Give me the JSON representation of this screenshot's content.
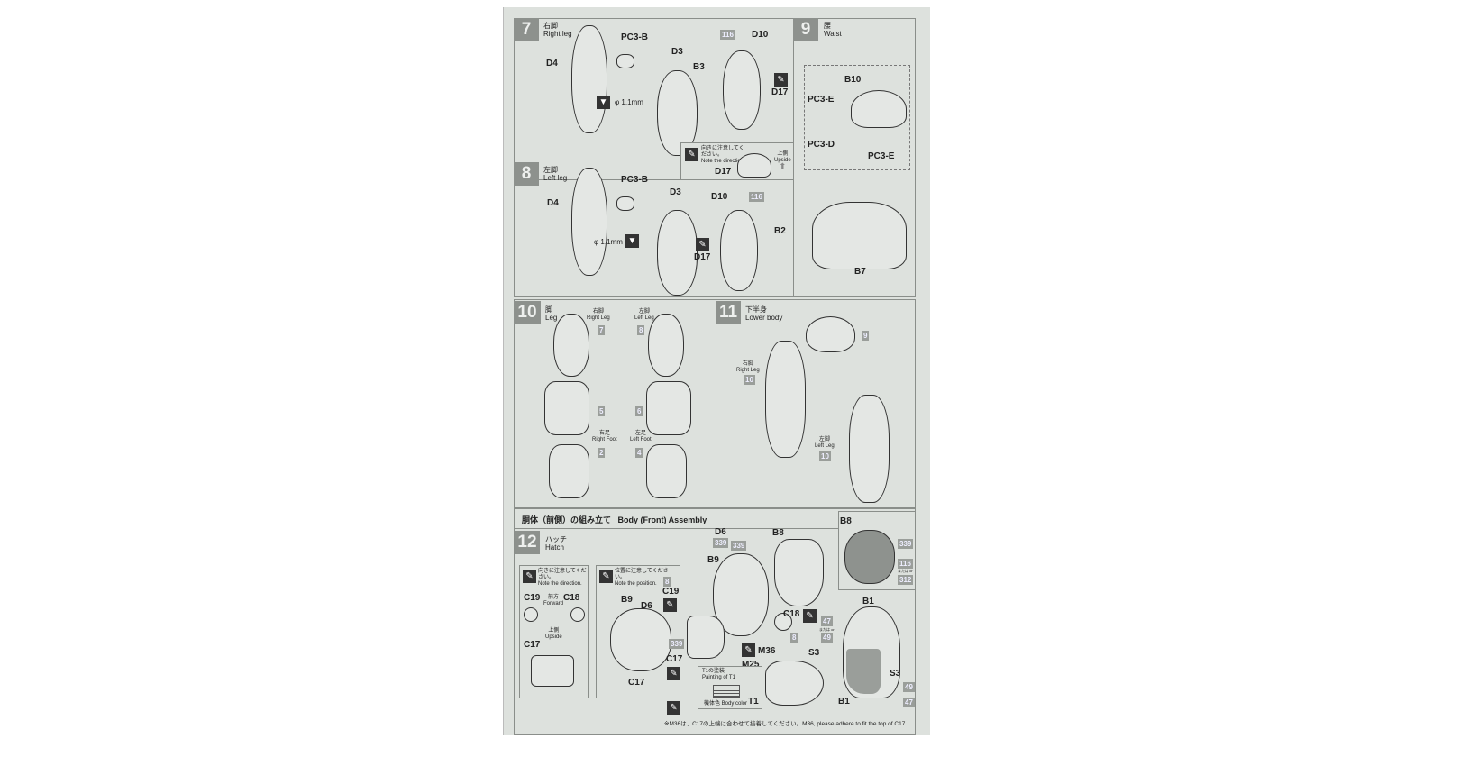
{
  "step7": {
    "num": "7",
    "jp": "右脚",
    "en": "Right leg",
    "labels": [
      "PC3-B",
      "D3",
      "D4",
      "D10",
      "B3",
      "D17"
    ],
    "drill": "φ 1.1mm",
    "tag": "116"
  },
  "note_d17": {
    "jp": "向きに注意してください。",
    "en": "Note the direction.",
    "part": "D17",
    "up_jp": "上側",
    "up_en": "Upside"
  },
  "step8": {
    "num": "8",
    "jp": "左脚",
    "en": "Left leg",
    "labels": [
      "PC3-B",
      "D3",
      "D4",
      "D10",
      "B2",
      "D17"
    ],
    "drill": "φ 1.1mm",
    "tag": "116"
  },
  "step9": {
    "num": "9",
    "jp": "腰",
    "en": "Waist",
    "labels": [
      "B10",
      "PC3-E",
      "PC3-D",
      "PC3-E",
      "B7"
    ]
  },
  "step10": {
    "num": "10",
    "jp": "脚",
    "en": "Leg",
    "right_leg_jp": "右脚",
    "right_leg_en": "Right Leg",
    "left_leg_jp": "左脚",
    "left_leg_en": "Left Leg",
    "right_foot_jp": "右足",
    "right_foot_en": "Right Foot",
    "left_foot_jp": "左足",
    "left_foot_en": "Left Foot",
    "refs": [
      "7",
      "8",
      "5",
      "6",
      "2",
      "4"
    ]
  },
  "step11": {
    "num": "11",
    "jp": "下半身",
    "en": "Lower body",
    "right_leg_jp": "右脚",
    "right_leg_en": "Right Leg",
    "left_leg_jp": "左脚",
    "left_leg_en": "Left Leg",
    "refs": [
      "9",
      "10",
      "10"
    ]
  },
  "section": {
    "title_jp": "胴体（前側）の組み立て",
    "title_en": "Body (Front) Assembly"
  },
  "step12": {
    "num": "12",
    "jp": "ハッチ",
    "en": "Hatch",
    "box1": {
      "jp": "向きに注意してください。",
      "en": "Note the direction.",
      "c19": "C19",
      "c18": "C18",
      "fwd_jp": "前方",
      "fwd_en": "Forward",
      "up_jp": "上側",
      "up_en": "Upside",
      "c17": "C17"
    },
    "box2": {
      "jp": "位置に注意してください。",
      "en": "Note the position.",
      "b9": "B9",
      "d6": "D6",
      "c17": "C17"
    },
    "labels": {
      "d6": "D6",
      "b8": "B8",
      "b9": "B9",
      "c19": "C19",
      "c18": "C18",
      "c17": "C17",
      "m36": "M36",
      "m25": "M25",
      "t1": "T1",
      "b1a": "B1",
      "b1b": "B1",
      "s3a": "S3",
      "s3b": "S3"
    },
    "tags": {
      "t339a": "339",
      "t339b": "339",
      "t339c": "339",
      "t8a": "8",
      "t8b": "8",
      "t47": "47",
      "t49": "49",
      "or1": "または or",
      "t116": "116",
      "or2": "または or",
      "t312": "312",
      "t339d": "339",
      "t49b": "49",
      "t47b": "47"
    },
    "t1box": {
      "jp": "T1の塗装",
      "en": "Painting of T1",
      "color": "機体色 Body color"
    },
    "inset": "B8",
    "footnote": "※M36は、C17の上端に合わせて接着してください。M36, please adhere to fit the top of C17."
  }
}
